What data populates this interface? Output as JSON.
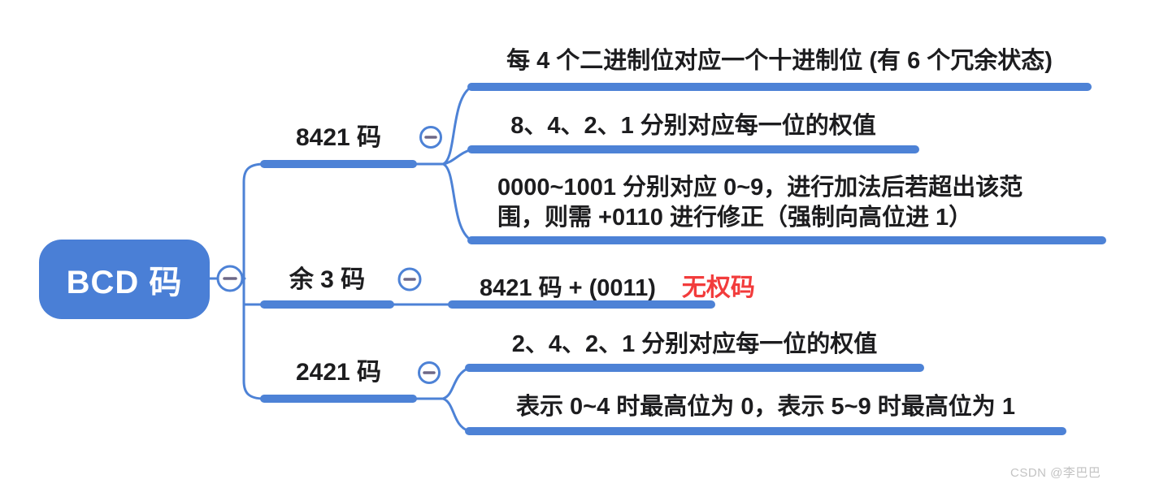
{
  "colors": {
    "branch_blue": "#4d82d6",
    "root_fill": "#4a7fd6",
    "text": "#1d1d1f",
    "highlight_red": "#f23c3c",
    "minus_glyph": "#6e6887",
    "watermark_gray": "#c3c3c3"
  },
  "mindmap": {
    "root": {
      "label": "BCD 码"
    },
    "branches": [
      {
        "label": "8421 码",
        "children": [
          {
            "text": "每 4 个二进制位对应一个十进制位 (有 6 个冗余状态)"
          },
          {
            "text": "8、4、2、1 分别对应每一位的权值"
          },
          {
            "lines": [
              "0000~1001 分别对应 0~9，进行加法后若超出该范",
              "围，则需 +0110 进行修正（强制向高位进 1）"
            ]
          }
        ]
      },
      {
        "label": "余 3 码",
        "children": [
          {
            "text": "8421 码 + (0011)",
            "annotation": "无权码"
          }
        ]
      },
      {
        "label": "2421 码",
        "children": [
          {
            "text": "2、4、2、1 分别对应每一位的权值"
          },
          {
            "text": "表示 0~4 时最高位为 0，表示 5~9 时最高位为 1"
          }
        ]
      }
    ]
  },
  "watermark": {
    "text": "CSDN @李巴巴"
  }
}
